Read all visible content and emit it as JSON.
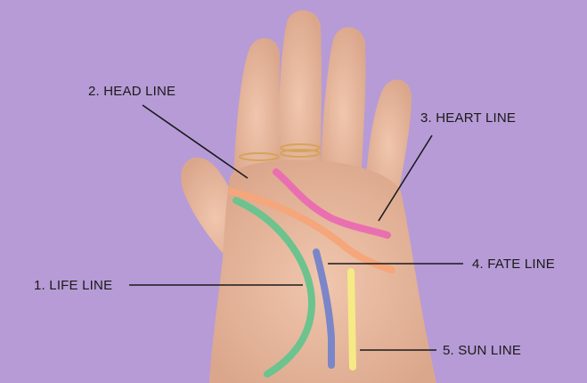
{
  "background_color": "#b79bd6",
  "skin_color": "#e9b99e",
  "labels": {
    "head_line": "2. HEAD LINE",
    "heart_line": "3. HEART LINE",
    "fate_line": "4. FATE LINE",
    "life_line": "1. LIFE LINE",
    "sun_line": "5. SUN LINE"
  },
  "line_colors": {
    "life_line": "#6cc38e",
    "head_line": "#f5a67a",
    "heart_line": "#ea6fb0",
    "fate_line": "#7b86c8",
    "sun_line": "#f6ea84"
  }
}
